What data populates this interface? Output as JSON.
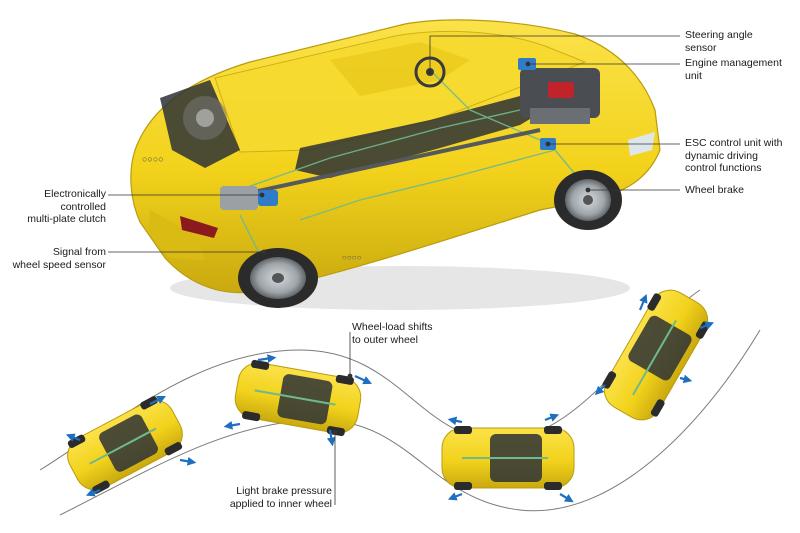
{
  "callouts": {
    "steering_angle_sensor": "Steering angle\nsensor",
    "engine_management_unit": "Engine management\nunit",
    "esc_control_unit": "ESC control unit with\ndynamic driving\ncontrol functions",
    "wheel_brake": "Wheel brake",
    "multi_plate_clutch": "Electronically\ncontrolled\nmulti-plate clutch",
    "wheel_speed_signal": "Signal from\nwheel speed sensor",
    "wheel_load_shift": "Wheel-load shifts\nto outer wheel",
    "light_brake_pressure": "Light brake pressure\napplied to inner wheel"
  },
  "colors": {
    "body_yellow": "#f2d21b",
    "body_shadow": "#c9a90f",
    "tire": "#2b2b2b",
    "rim": "#9ea4a8",
    "arrow_blue": "#1f6fc1",
    "circuit_green": "#6fb98f",
    "callout_line": "#333333",
    "path_line": "#7a7a7a"
  }
}
